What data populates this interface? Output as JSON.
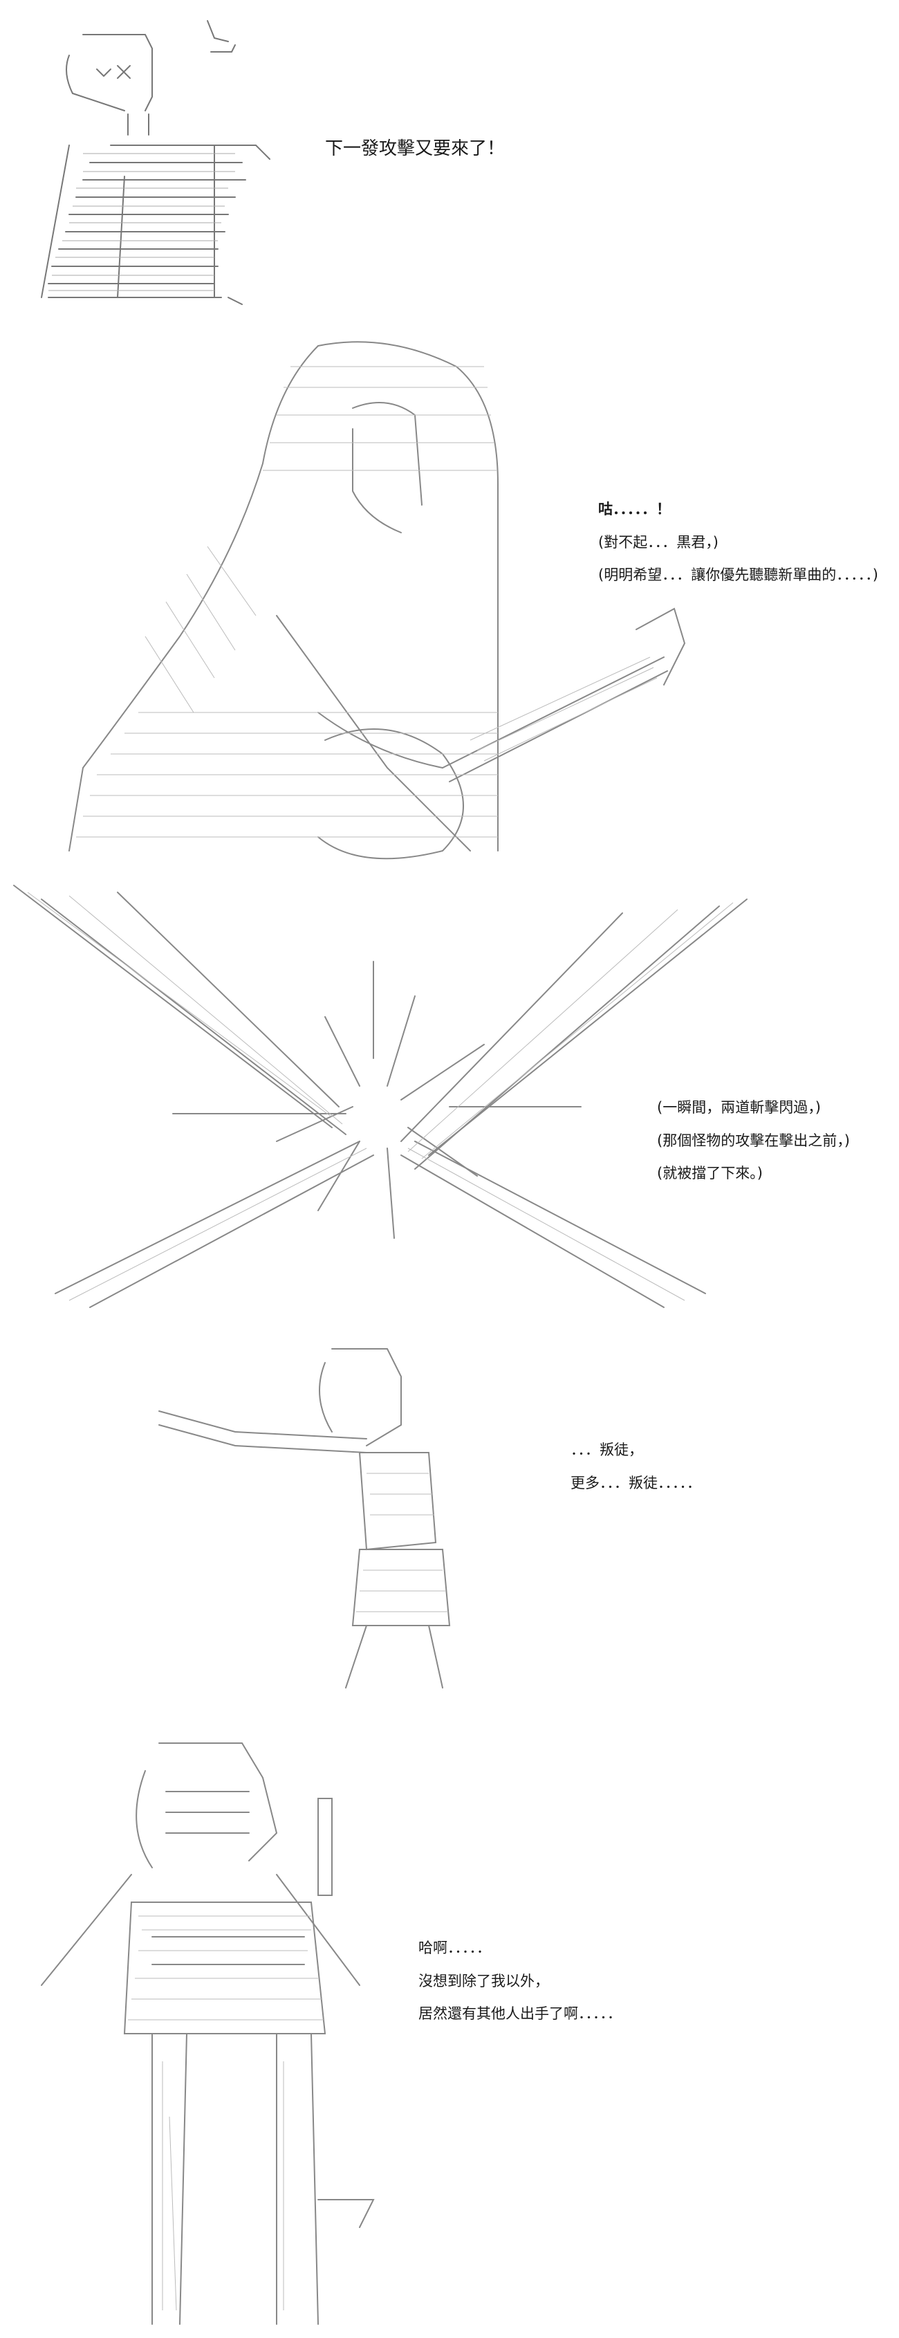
{
  "panels": [
    {
      "lines": [
        "下一發攻擊又要來了！"
      ]
    },
    {
      "lines": [
        "咕．．．．．！",
        "(對不起．．．黒君，)",
        "(明明希望．．．讓你優先聽聽新單曲的．．．．．)"
      ]
    },
    {
      "lines": [
        "(一瞬間，兩道斬擊閃過，)",
        "(那個怪物的攻擊在擊出之前，)",
        "(就被擋了下來。)"
      ]
    },
    {
      "lines": [
        "．．．叛徒，",
        "更多．．．叛徒．．．．．"
      ]
    },
    {
      "lines": [
        "哈啊．．．．．",
        "沒想到除了我以外，",
        "居然還有其他人出手了啊．．．．．"
      ]
    }
  ]
}
